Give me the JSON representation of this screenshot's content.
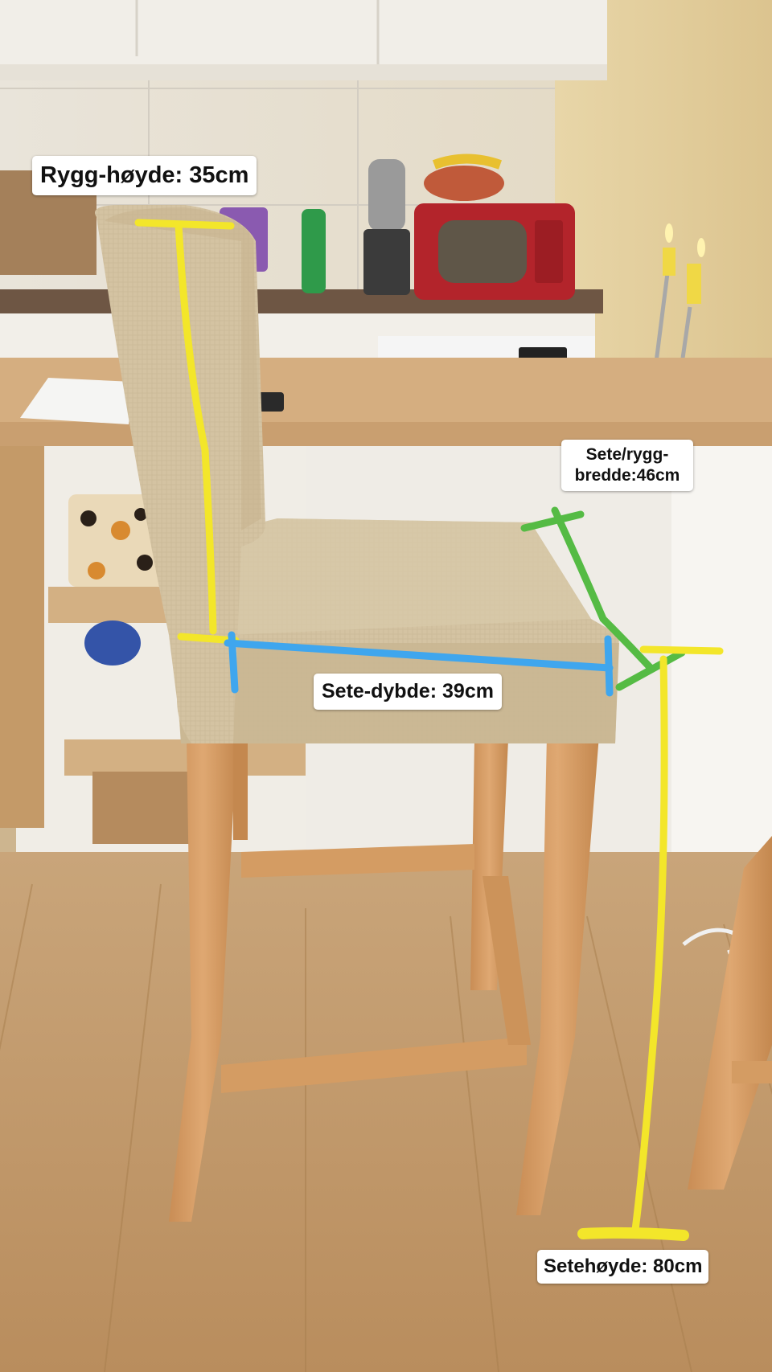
{
  "annotations": {
    "back_height": {
      "text": "Rygg-høyde: 35cm",
      "color": "#f3e62a"
    },
    "seat_back_width": {
      "text": "Sete/rygg-bredde:46cm",
      "color": "#55bb44"
    },
    "seat_depth": {
      "text": "Sete-dybde: 39cm",
      "color": "#3fa6ee"
    },
    "seat_height": {
      "text": "Setehøyde: 80cm",
      "color": "#f3e62a"
    }
  }
}
